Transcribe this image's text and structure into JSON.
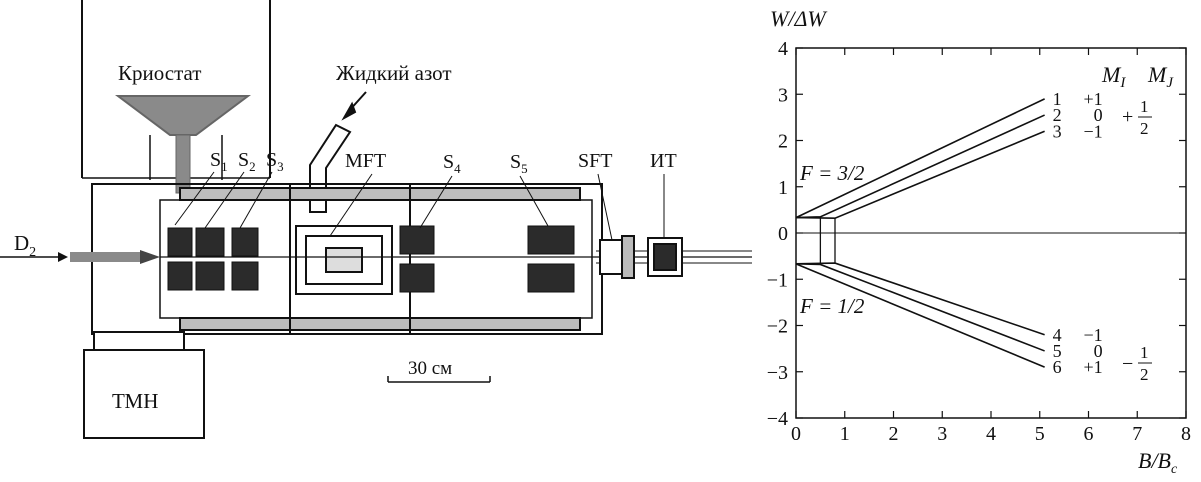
{
  "apparatus": {
    "cryostat_label": "Криостат",
    "nitrogen_label": "Жидкий азот",
    "beam_label": "D",
    "beam_sub": "2",
    "magnets": [
      {
        "label": "S",
        "sub": "1"
      },
      {
        "label": "S",
        "sub": "2"
      },
      {
        "label": "S",
        "sub": "3"
      },
      {
        "label": "S",
        "sub": "4"
      },
      {
        "label": "S",
        "sub": "5"
      }
    ],
    "mft_label": "MFT",
    "sft_label": "SFT",
    "it_label": "ИТ",
    "pump_label": "ТМН",
    "scale_label": "30 см"
  },
  "chart_data": {
    "type": "line",
    "ylabel": "W/ΔW",
    "xlabel": "B/B_c",
    "xlim": [
      0,
      8
    ],
    "ylim": [
      -4,
      4
    ],
    "x_ticks": [
      "0",
      "1",
      "2",
      "3",
      "4",
      "5",
      "6",
      "7",
      "8"
    ],
    "y_ticks": [
      "4",
      "3",
      "2",
      "1",
      "0",
      "−1",
      "−2",
      "−3",
      "−4"
    ],
    "column_headers": {
      "mi": "M",
      "mi_sub": "I",
      "mj": "M",
      "mj_sub": "J"
    },
    "group_labels": [
      {
        "text": "F = 3/2"
      },
      {
        "text": "F = 1/2"
      }
    ],
    "series": [
      {
        "name": "1",
        "mi": "+1",
        "x": [
          0,
          5.1
        ],
        "y": [
          0.333,
          2.9
        ]
      },
      {
        "name": "2",
        "mi": "0",
        "x": [
          0,
          0.5,
          5.1
        ],
        "y": [
          0.333,
          0.35,
          2.55
        ]
      },
      {
        "name": "3",
        "mi": "−1",
        "x": [
          0,
          0.8,
          5.1
        ],
        "y": [
          0.333,
          0.32,
          2.2
        ]
      },
      {
        "name": "4",
        "mi": "−1",
        "x": [
          0,
          0.8,
          5.1
        ],
        "y": [
          -0.667,
          -0.65,
          -2.2
        ]
      },
      {
        "name": "5",
        "mi": "0",
        "x": [
          0,
          0.5,
          5.1
        ],
        "y": [
          -0.667,
          -0.68,
          -2.55
        ]
      },
      {
        "name": "6",
        "mi": "+1",
        "x": [
          0,
          5.1
        ],
        "y": [
          -0.667,
          -2.9
        ]
      }
    ],
    "mj_groups": [
      {
        "sign": "+",
        "num": "1",
        "den": "2"
      },
      {
        "sign": "−",
        "num": "1",
        "den": "2"
      }
    ]
  }
}
